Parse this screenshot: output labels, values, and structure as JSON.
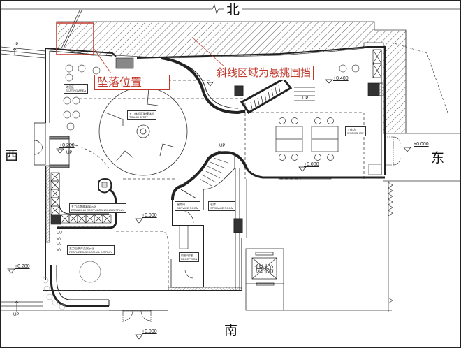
{
  "diagram": {
    "type": "architectural-floor-plan",
    "compass": {
      "north": "北",
      "south": "南",
      "west": "西",
      "east": "东"
    },
    "callouts": [
      {
        "id": "fall-position",
        "text": "坠落位置",
        "color": "#c0392b"
      },
      {
        "id": "hatched-area",
        "text": "斜线区域为悬挑围挡",
        "color": "#c0392b"
      }
    ],
    "rooms": [
      {
        "id": "seating",
        "zh": "休息区",
        "en": "SEATING AREA"
      },
      {
        "id": "touch",
        "zh": "五力体验区触摸体验",
        "en": "TOUCH & TRY"
      },
      {
        "id": "workshop",
        "zh": "工作坊",
        "en": "WORKSHOP"
      },
      {
        "id": "branding",
        "zh": "五力品牌故事展示区",
        "en": "BRANDING STORY/BRANDING DISPLAY"
      },
      {
        "id": "featured",
        "zh": "五力当季产品展示区",
        "en": "FEATURED/SEASONAL DISPLAY"
      },
      {
        "id": "service",
        "zh": "服务间",
        "en": "SERVICE ROOM"
      },
      {
        "id": "storage",
        "zh": "仓库",
        "en": "STORAGE ROOM"
      },
      {
        "id": "reception",
        "zh": "前台/收银",
        "en": "RECEPTION"
      }
    ],
    "elevations": {
      "west_entry": "+0.280",
      "west_lower": "+0.280",
      "north_east": "+0.400",
      "workshop": "+0.000",
      "center": "+0.000",
      "east_door": "+0.000",
      "courtyard": "+0.000",
      "south": "+0.000"
    },
    "up_labels": {
      "nw": "UP",
      "west": "UP",
      "sw": "UP",
      "stair": "UP",
      "north_stair": "UP"
    },
    "freight_lift": "货梯",
    "colors": {
      "annotation": "#c0392b",
      "line": "#222222",
      "hatch": "#555555",
      "solid": "#444444"
    }
  }
}
